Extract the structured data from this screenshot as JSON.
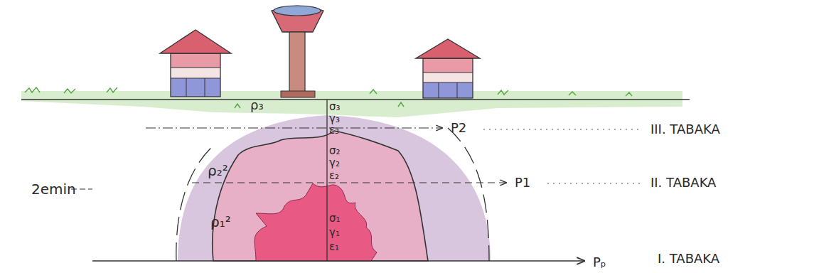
{
  "diagram": {
    "labels": [
      "ρ₃",
      "σ₃",
      "γ₃",
      "ε₃",
      "P2",
      "III. TABAKA",
      "ρ₂²",
      "σ₂",
      "γ₂",
      "ε₂",
      "P1",
      "II. TABAKA",
      "2emin",
      "ρ₁²",
      "σ₁",
      "γ₁",
      "ε₁",
      "Pₚ",
      "I. TABAKA"
    ]
  }
}
